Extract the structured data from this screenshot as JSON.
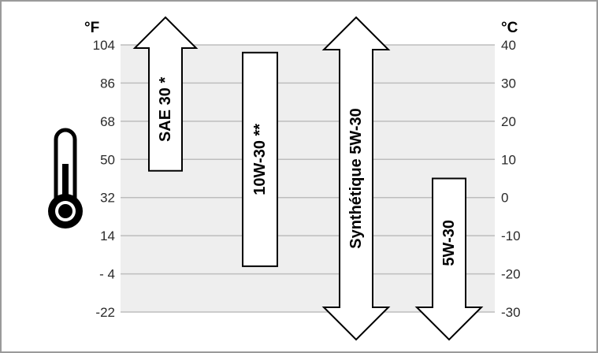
{
  "chart_data": {
    "type": "range-diagram",
    "left_axis": {
      "unit": "°F",
      "ticks": [
        "104",
        "86",
        "68",
        "50",
        "32",
        "14",
        "- 4",
        "-22"
      ]
    },
    "right_axis": {
      "unit": "°C",
      "ticks": [
        "40",
        "30",
        "20",
        "10",
        "0",
        "-10",
        "-20",
        "-30"
      ],
      "range": [
        -30,
        40
      ]
    },
    "bands": [
      {
        "label": "SAE 30 *",
        "min_c": 7,
        "max_c": 40,
        "open_max": true,
        "open_min": false
      },
      {
        "label": "10W-30 **",
        "min_c": -18,
        "max_c": 38,
        "open_max": false,
        "open_min": false
      },
      {
        "label": "Synthétique 5W-30",
        "min_c": -30,
        "max_c": 40,
        "open_max": true,
        "open_min": true
      },
      {
        "label": "5W-30",
        "min_c": -30,
        "max_c": 5,
        "open_max": false,
        "open_min": true
      }
    ],
    "grid": true,
    "colors": {
      "background": "#eeeeee",
      "gridline": "#bdbdbd",
      "frame": "#9a9a9a",
      "arrow_fill": "#ffffff",
      "arrow_stroke": "#000000"
    }
  }
}
